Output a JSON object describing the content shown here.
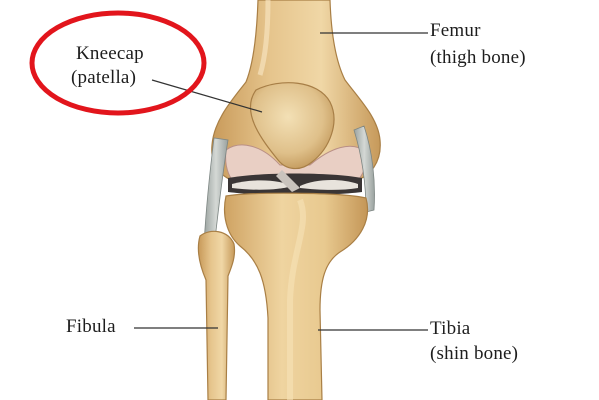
{
  "labels": {
    "kneecap": "Kneecap",
    "patella": "(patella)",
    "femur": "Femur",
    "thigh_bone": "(thigh bone)",
    "fibula": "Fibula",
    "tibia": "Tibia",
    "shin_bone": "(shin bone)"
  },
  "colors": {
    "bone": "#dcb679",
    "bone_light": "#f0d9a8",
    "bone_shadow": "#b98d4f",
    "cartilage": "#e8cfc6",
    "ligament": "#a9b0ad",
    "leader_line": "#333333",
    "highlight_ring": "#e2151c"
  }
}
